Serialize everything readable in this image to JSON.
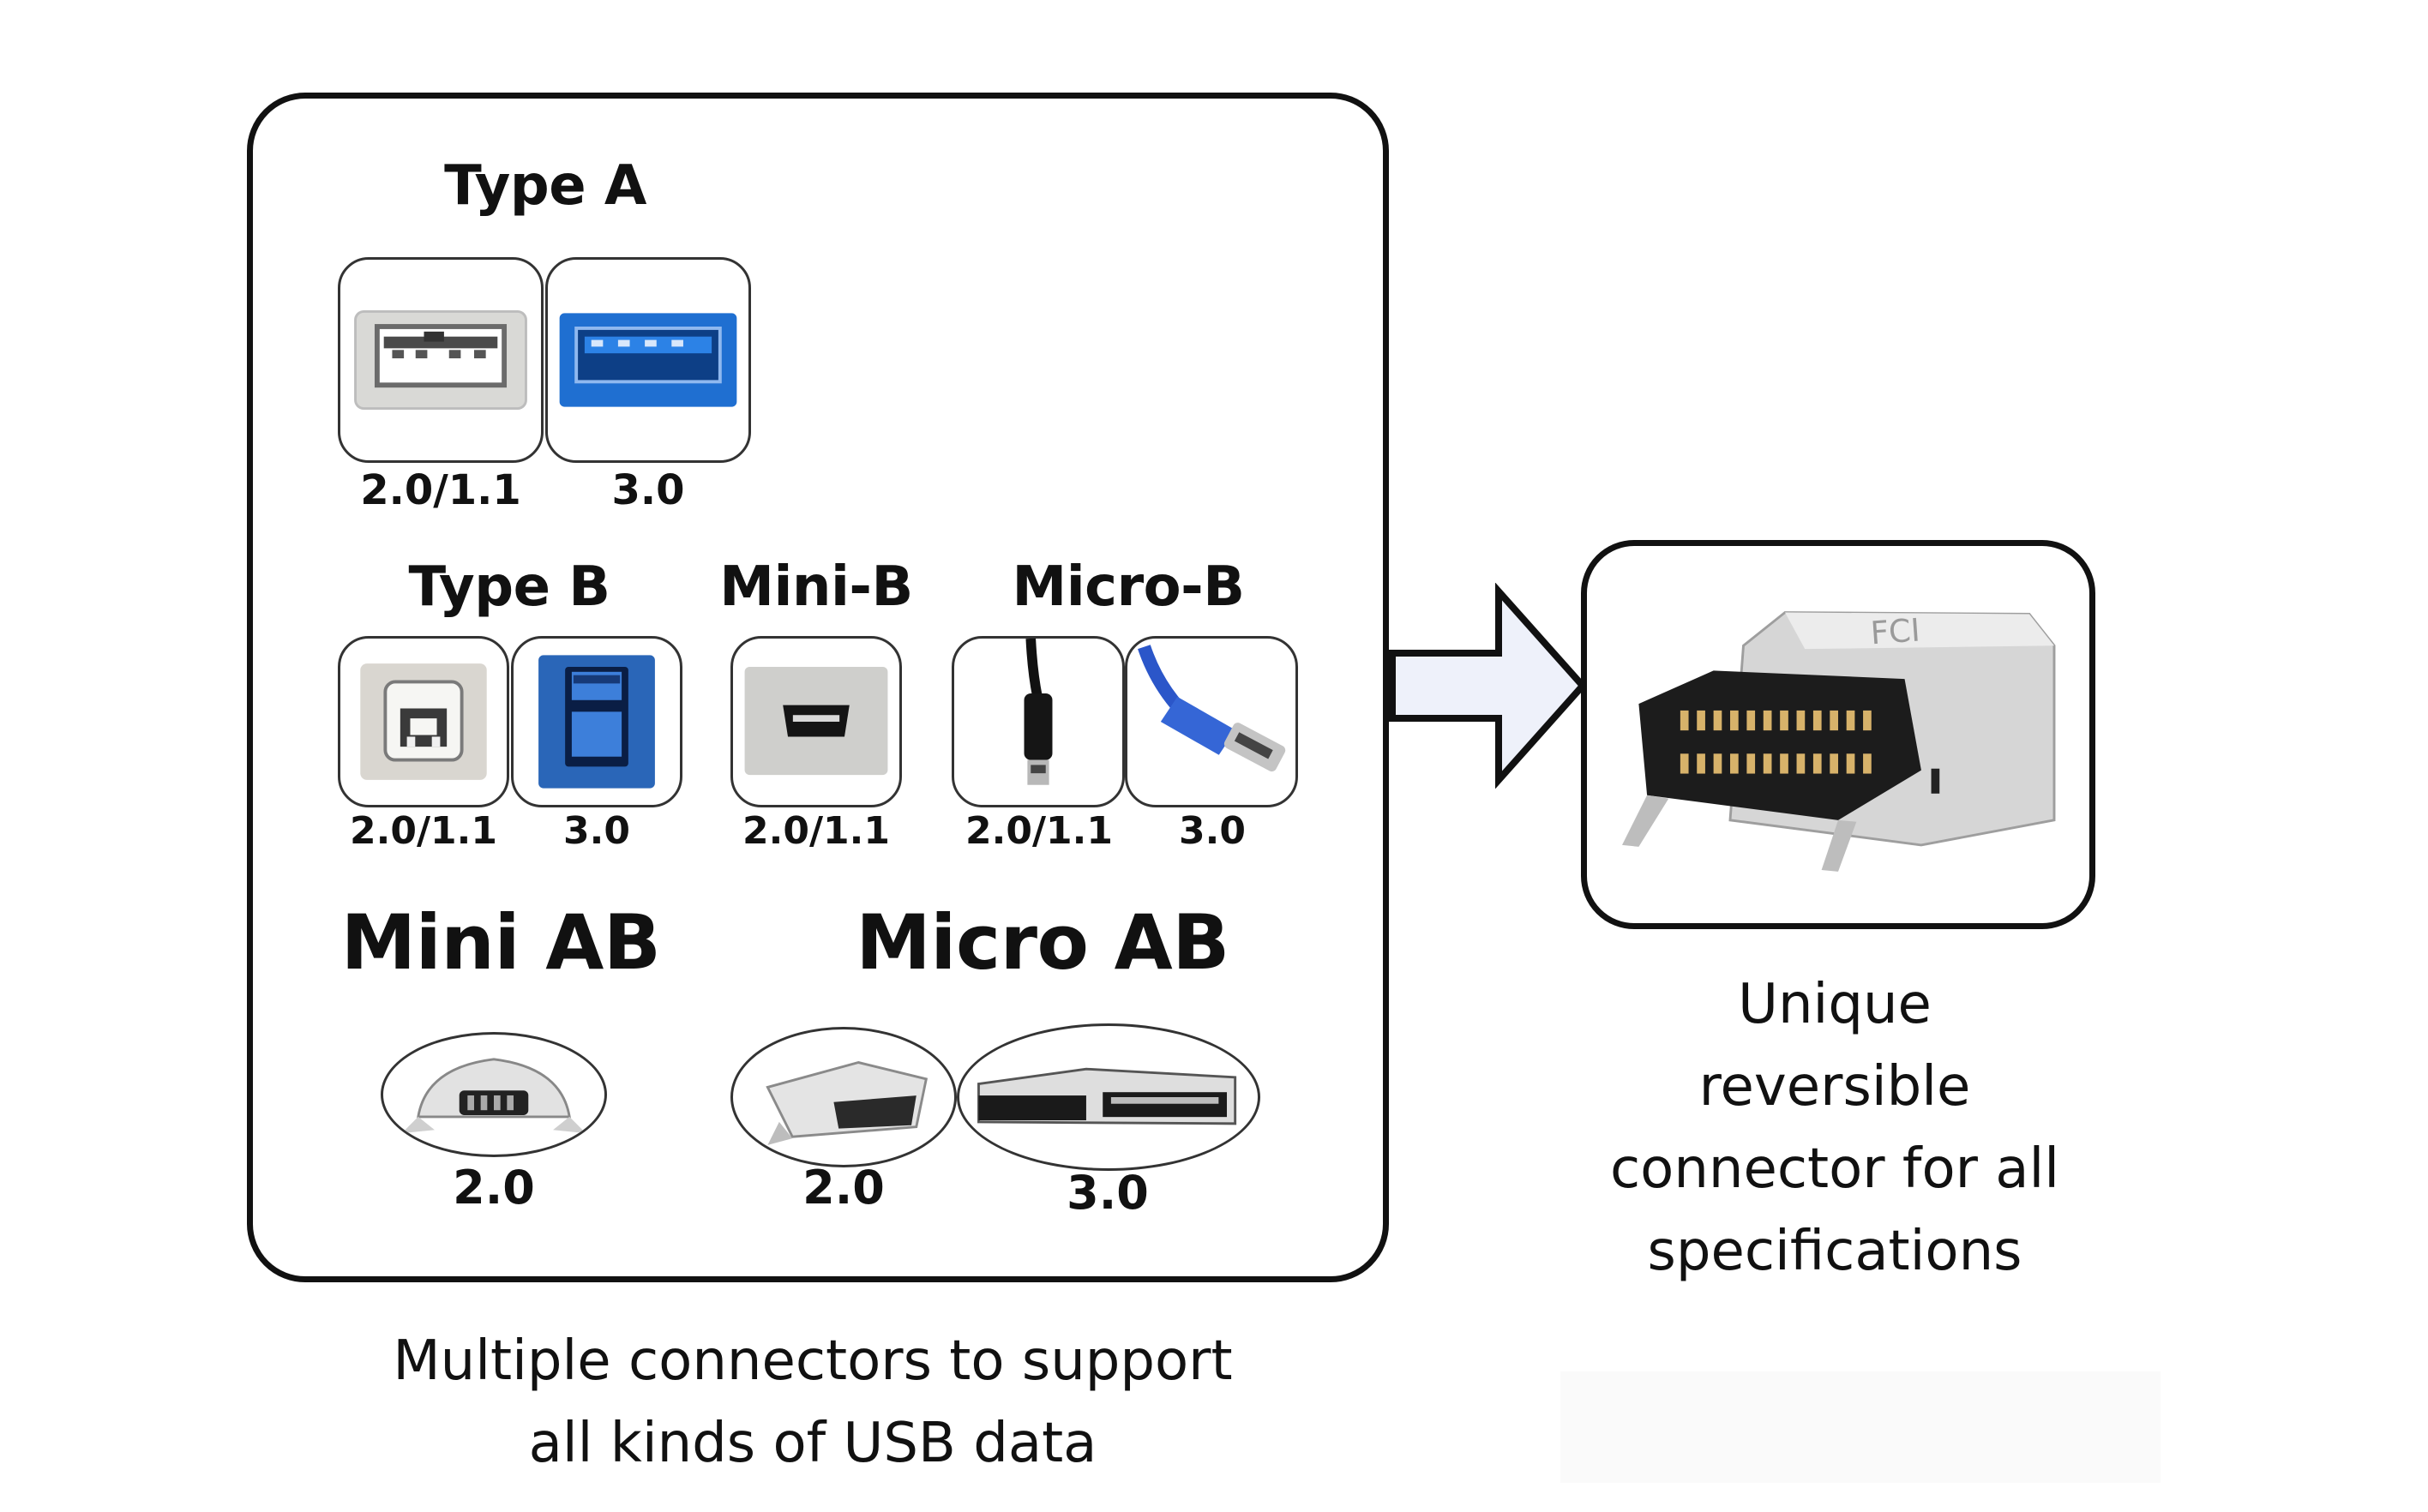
{
  "left_panel": {
    "type_a": {
      "title": "Type A",
      "versions": [
        "2.0/1.1",
        "3.0"
      ]
    },
    "type_b": {
      "title": "Type B",
      "versions": [
        "2.0/1.1",
        "3.0"
      ]
    },
    "mini_b": {
      "title": "Mini-B",
      "versions": [
        "2.0/1.1"
      ]
    },
    "micro_b": {
      "title": "Micro-B",
      "versions": [
        "2.0/1.1",
        "3.0"
      ]
    },
    "mini_ab": {
      "title": "Mini AB",
      "versions": [
        "2.0"
      ]
    },
    "micro_ab": {
      "title": "Micro AB",
      "versions": [
        "2.0",
        "3.0"
      ]
    },
    "caption_lines": [
      "Multiple connectors to support",
      "all kinds of USB data"
    ]
  },
  "right_panel": {
    "connector_marking": "FCI",
    "caption_lines": [
      "Unique",
      "reversible",
      "connector for all",
      "specifications"
    ]
  },
  "colors": {
    "usb3_blue": "#1f6fd1",
    "border": "#111111",
    "arrow_fill": "#eef1fa"
  }
}
